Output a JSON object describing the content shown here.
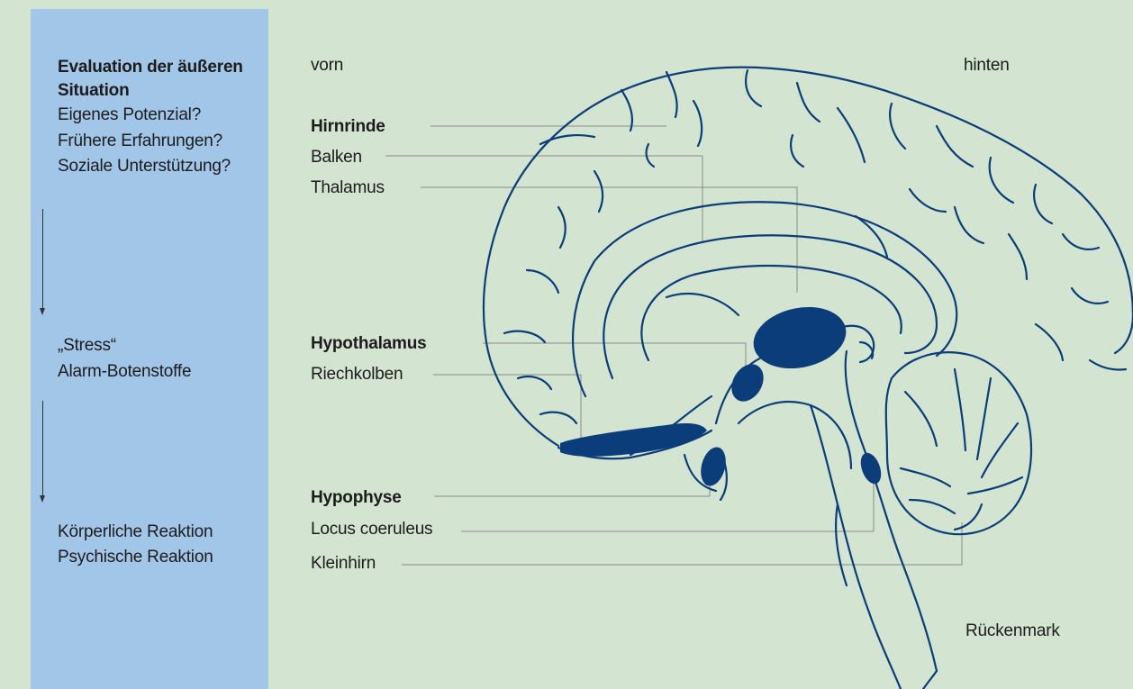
{
  "sidebar": {
    "heading": "Evaluation der äußeren Situation",
    "heading_line1": "Evaluation der äußeren",
    "heading_line2": "Situation",
    "questions": [
      "Eigenes Potenzial?",
      "Frühere Erfahrungen?",
      "Soziale Unterstützung?"
    ],
    "stress": "„Stress“",
    "messengers": "Alarm-Botenstoffe",
    "reactions": [
      "Körperliche Reaktion",
      "Psychische Reaktion"
    ]
  },
  "diagram": {
    "front_label": "vorn",
    "back_label": "hinten",
    "labels": {
      "cortex": "Hirnrinde",
      "corpus_callosum": "Balken",
      "thalamus": "Thalamus",
      "hypothalamus": "Hypothalamus",
      "olfactory_bulb": "Riechkolben",
      "pituitary": "Hypophyse",
      "locus_coeruleus": "Locus coeruleus",
      "cerebellum": "Kleinhirn",
      "spinal_cord": "Rückenmark"
    },
    "colors": {
      "outline": "#0b3d7a",
      "fill": "#0b3d7a",
      "background": "#d3e5d0",
      "panel": "#a2c6e8",
      "leader": "#8a8a8a"
    }
  }
}
